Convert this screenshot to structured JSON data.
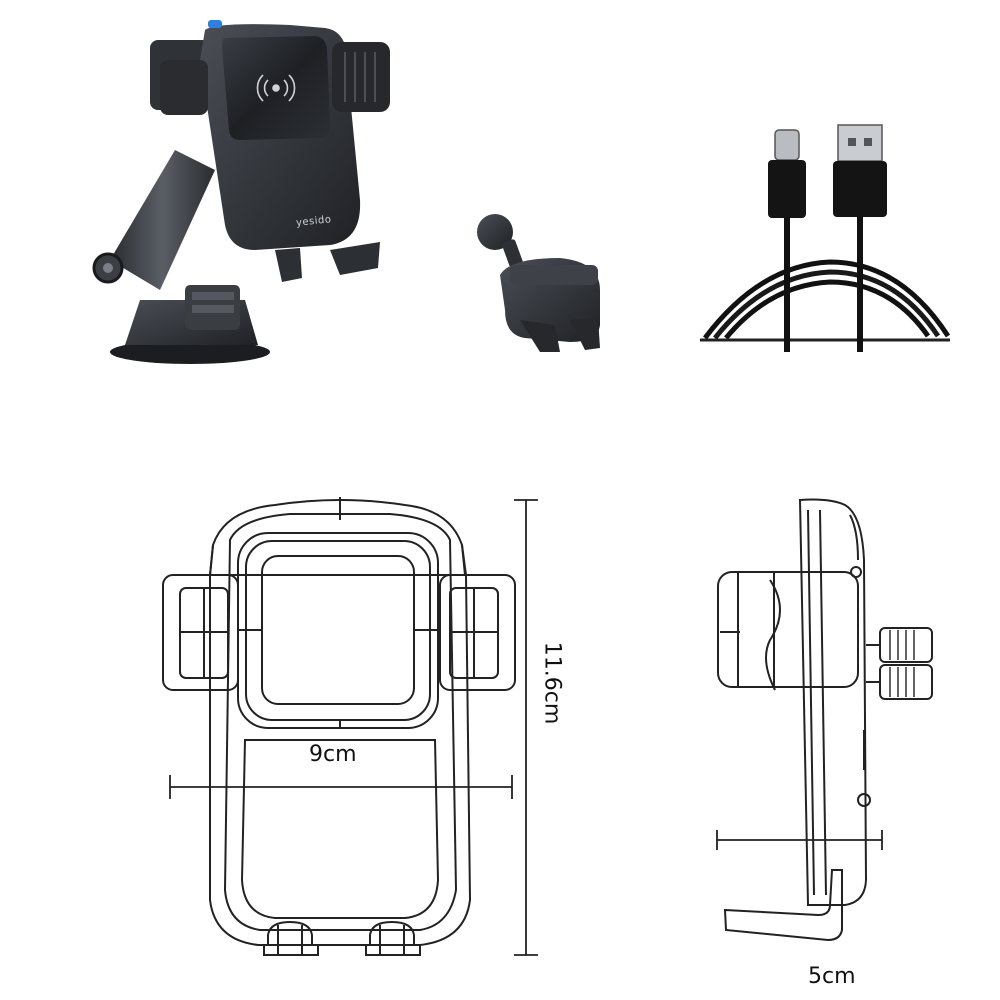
{
  "brand_text": "yesido",
  "colors": {
    "device_dark": "#2b2e33",
    "device_mid": "#3d4147",
    "device_light": "#55595f",
    "accent_blue": "#2f7fe0",
    "line": "#222222"
  },
  "products": [
    {
      "name": "wireless-charger-holder"
    },
    {
      "name": "air-vent-clip"
    },
    {
      "name": "usb-c-cable"
    }
  ],
  "dimensions": {
    "width": "9cm",
    "height": "11.6cm",
    "depth": "5cm"
  }
}
